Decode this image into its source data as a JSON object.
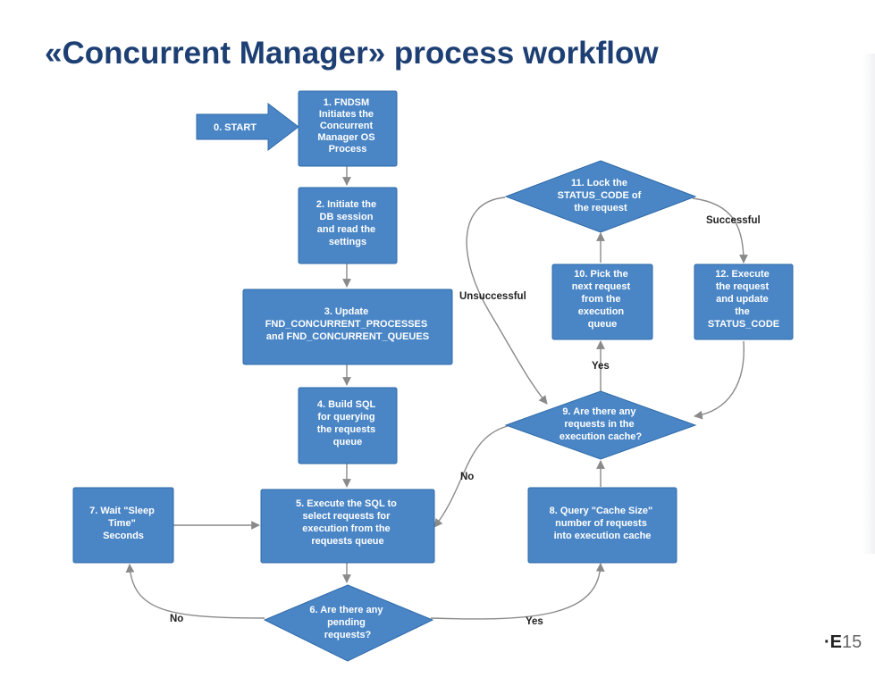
{
  "title": "«Concurrent Manager» process workflow",
  "page_number_mark": "·E",
  "page_number": "15",
  "nodes": {
    "start": [
      "0. START"
    ],
    "n1": [
      "1. FNDSM",
      "Initiates the",
      "Concurrent",
      "Manager OS",
      "Process"
    ],
    "n2": [
      "2. Initiate the",
      "DB session",
      "and read the",
      "settings"
    ],
    "n3": [
      "3. Update",
      "FND_CONCURRENT_PROCESSES",
      "and FND_CONCURRENT_QUEUES"
    ],
    "n4": [
      "4. Build SQL",
      "for querying",
      "the requests",
      "queue"
    ],
    "n5": [
      "5. Execute the SQL to",
      "select requests for",
      "execution from the",
      "requests queue"
    ],
    "n6": [
      "6. Are there any",
      "pending",
      "requests?"
    ],
    "n7": [
      "7. Wait \"Sleep",
      "Time\"",
      "Seconds"
    ],
    "n8": [
      "8. Query \"Cache Size\"",
      "number of requests",
      "into execution cache"
    ],
    "n9": [
      "9. Are there any",
      "requests in the",
      "execution cache?"
    ],
    "n10": [
      "10. Pick the",
      "next request",
      "from the",
      "execution",
      "queue"
    ],
    "n11": [
      "11. Lock the",
      "STATUS_CODE of",
      "the request"
    ],
    "n12": [
      "12. Execute",
      "the request",
      "and update",
      "the",
      "STATUS_CODE"
    ]
  },
  "edge_labels": {
    "no_wait": "No",
    "yes_query": "Yes",
    "no_exec": "No",
    "yes_pick": "Yes",
    "successful": "Successful",
    "unsuccessful": "Unsuccessful"
  },
  "colors": {
    "title": "#1d3f73",
    "node_fill": "#4a86c6",
    "node_stroke": "#2f6aa8",
    "connector": "#8a8a8a"
  }
}
